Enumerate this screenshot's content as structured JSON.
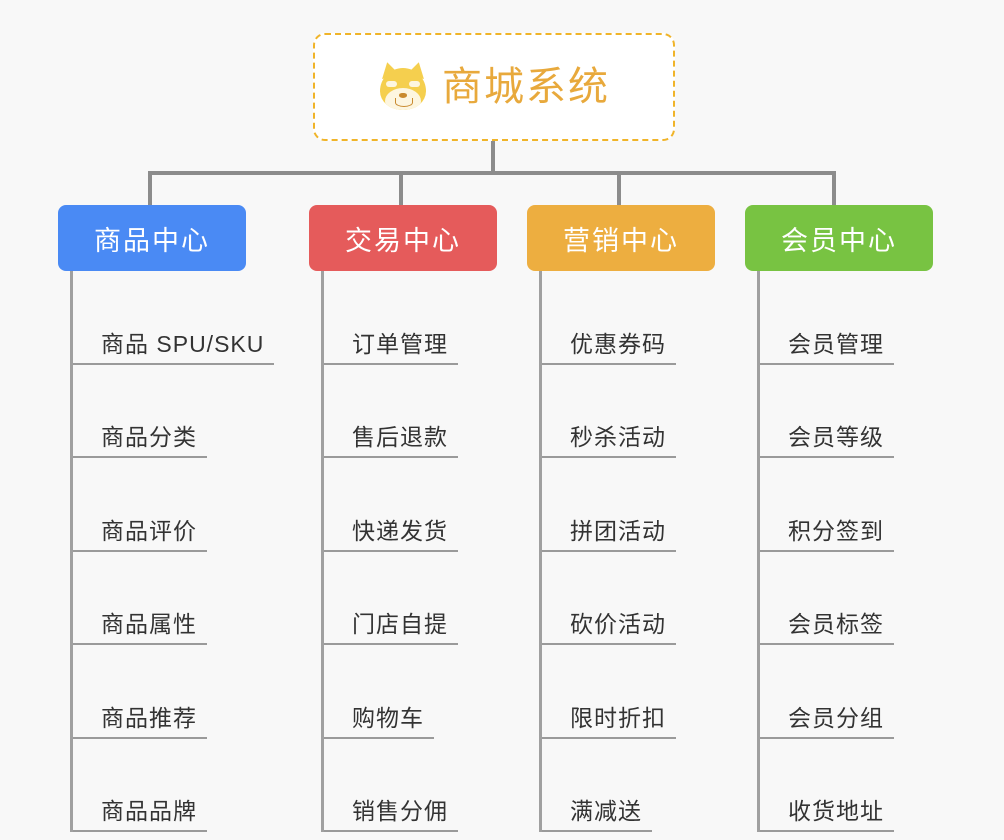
{
  "background_color": "#f8f8f8",
  "root": {
    "icon": "shiba-dog-face-icon",
    "title": "商城系统",
    "border_color": "#f0b429",
    "text_color": "#e8a93c"
  },
  "connector_color": "#8c8c8c",
  "columns": [
    {
      "id": "product-center",
      "label": "商品中心",
      "color": "#4a8af4",
      "items": [
        "商品 SPU/SKU",
        "商品分类",
        "商品评价",
        "商品属性",
        "商品推荐",
        "商品品牌"
      ]
    },
    {
      "id": "trade-center",
      "label": "交易中心",
      "color": "#e55b5b",
      "items": [
        "订单管理",
        "售后退款",
        "快递发货",
        "门店自提",
        "购物车",
        "销售分佣"
      ]
    },
    {
      "id": "marketing-center",
      "label": "营销中心",
      "color": "#edae40",
      "items": [
        "优惠券码",
        "秒杀活动",
        "拼团活动",
        "砍价活动",
        "限时折扣",
        "满减送"
      ]
    },
    {
      "id": "member-center",
      "label": "会员中心",
      "color": "#78c342",
      "items": [
        "会员管理",
        "会员等级",
        "积分签到",
        "会员标签",
        "会员分组",
        "收货地址"
      ]
    }
  ]
}
